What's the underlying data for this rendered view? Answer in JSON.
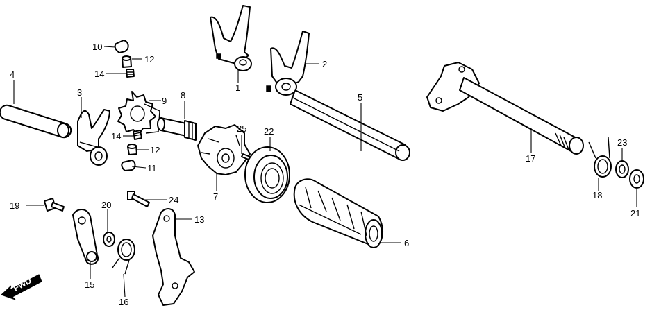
{
  "labels": {
    "p1": "1",
    "p2": "2",
    "p3": "3",
    "p4": "4",
    "p5": "5",
    "p6": "6",
    "p7": "7",
    "p8": "8",
    "p9": "9",
    "p10": "10",
    "p11": "11",
    "p12a": "12",
    "p12b": "12",
    "p13": "13",
    "p14a": "14",
    "p14b": "14",
    "p15": "15",
    "p16": "16",
    "p17": "17",
    "p18": "18",
    "p19": "19",
    "p20": "20",
    "p21": "21",
    "p22": "22",
    "p23": "23",
    "p24": "24",
    "p25": "25"
  },
  "direction": {
    "label": "FWD"
  }
}
